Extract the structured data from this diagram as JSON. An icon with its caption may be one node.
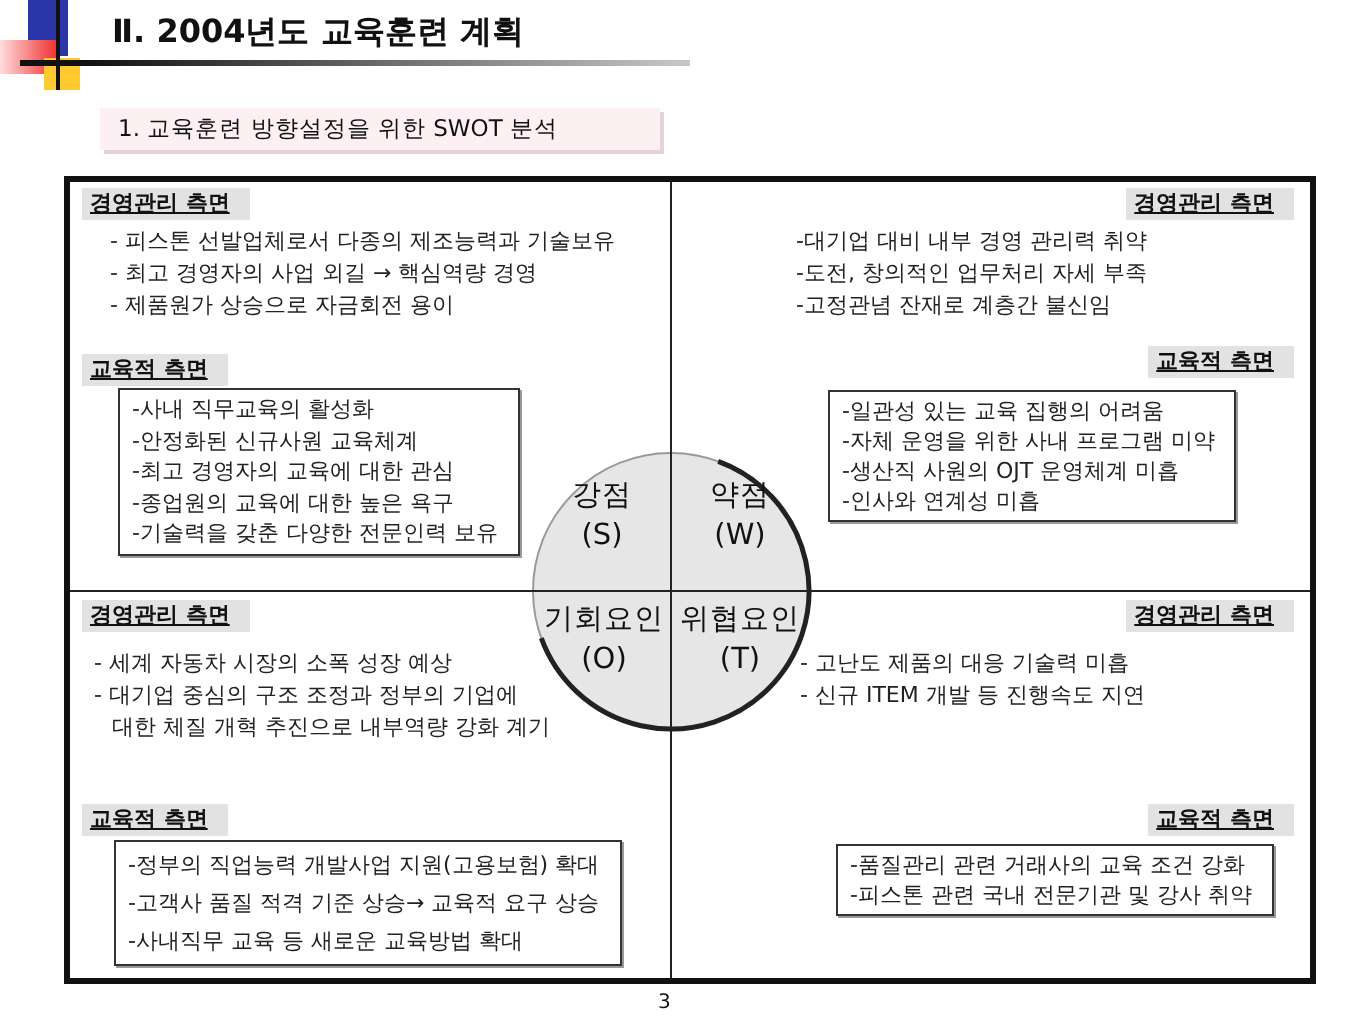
{
  "diagram": {
    "title": "Ⅱ. 2004년도 교육훈련 계획",
    "nodes": [
      {
        "text": [
          "1. 교육훈련 방향설정을 위한 SWOT 분석"
        ]
      },
      {
        "text": [],
        "shape": "box"
      },
      {
        "text": [
          "- 피스톤 선발업체로서 다종의 제조능력과 기술보유",
          "- 최고 경영자의 사업 외길 → 핵심역량 경영",
          "- 제품원가 상승으로 자금회전 용이"
        ],
        "in": 1
      },
      {
        "text": [
          "경영관리 측면"
        ],
        "in": 2
      },
      {
        "text": [
          "교육적 측면"
        ],
        "in": 2
      },
      {
        "text": [
          "-사내 직무교육의 활성화",
          "-안정화된 신규사원 교육체계",
          "-최고 경영자의 교육에 대한 관심",
          "-종업원의 교육에 대한 높은 욕구",
          "-기술력을 갖춘 다양한 전문인력 보유"
        ],
        "in": 2
      },
      {
        "text": [
          "-대기업 대비 내부 경영 관리력 취약",
          "-도전, 창의적인 업무처리 자세 부족",
          "-고정관념 잔재로 계층간 불신임"
        ],
        "in": 1
      },
      {
        "text": [
          "경영관리 측면"
        ],
        "in": 6
      },
      {
        "text": [
          "교육적 측면"
        ],
        "in": 6
      },
      {
        "text": [
          "-일관성 있는 교육 집행의 어려움",
          "-자체 운영을 위한 사내 프로그램 미약",
          "-생산직 사원의 OJT 운영체계 미흡",
          "-인사와 연계성 미흡"
        ],
        "in": 6
      },
      {
        "text": [
          "- 세계 자동차 시장의 소폭 성장 예상",
          "- 대기업 중심의 구조 조정과 정부의 기업에 대한 체질 개혁 추진으로 내부역량 강화 계기"
        ],
        "in": 1
      },
      {
        "text": [
          "경영관리 측면"
        ],
        "in": 10
      },
      {
        "text": [
          "교육적 측면"
        ],
        "in": 10
      },
      {
        "text": [
          "-정부의 직업능력 개발사업 지원(고용보험) 확대",
          "-고객사 품질 적격 기준 상승→ 교육적 요구 상승",
          "-사내직무 교육 등 새로운 교육방법 확대"
        ],
        "in": 10
      },
      {
        "text": [
          "- 고난도 제품의 대응 기술력 미흡",
          "- 신규 ITEM 개발 등 진행속도 지연"
        ],
        "in": 1
      },
      {
        "text": [
          "경영관리 측면"
        ],
        "in": 14
      },
      {
        "text": [
          "교육적 측면"
        ],
        "in": 14
      },
      {
        "text": [
          "-품질관리 관련 거래사의 교육 조건 강화",
          "-피스톤 관련 국내 전문기관 및 강사 취약"
        ],
        "in": 14
      },
      {
        "text": [
          "강점 (S)",
          "약점 (W)",
          "기회요인 (O)",
          "위협요인 (T)"
        ],
        "in": 1
      }
    ],
    "labels": [
      "3"
    ]
  }
}
